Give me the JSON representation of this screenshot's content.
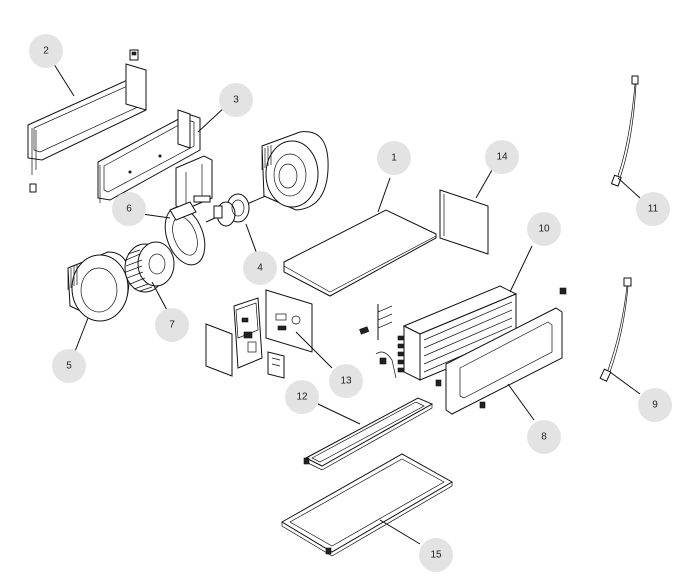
{
  "diagram": {
    "callouts": [
      {
        "id": "1",
        "label": "1"
      },
      {
        "id": "2",
        "label": "2"
      },
      {
        "id": "3",
        "label": "3"
      },
      {
        "id": "4",
        "label": "4"
      },
      {
        "id": "5",
        "label": "5"
      },
      {
        "id": "6",
        "label": "6"
      },
      {
        "id": "7",
        "label": "7"
      },
      {
        "id": "8",
        "label": "8"
      },
      {
        "id": "9",
        "label": "9"
      },
      {
        "id": "10",
        "label": "10"
      },
      {
        "id": "11",
        "label": "11"
      },
      {
        "id": "12",
        "label": "12"
      },
      {
        "id": "13",
        "label": "13"
      },
      {
        "id": "14",
        "label": "14"
      },
      {
        "id": "15",
        "label": "15"
      }
    ],
    "colors": {
      "bubble": "#e3e3e3",
      "line": "#111111",
      "text": "#222222"
    }
  }
}
